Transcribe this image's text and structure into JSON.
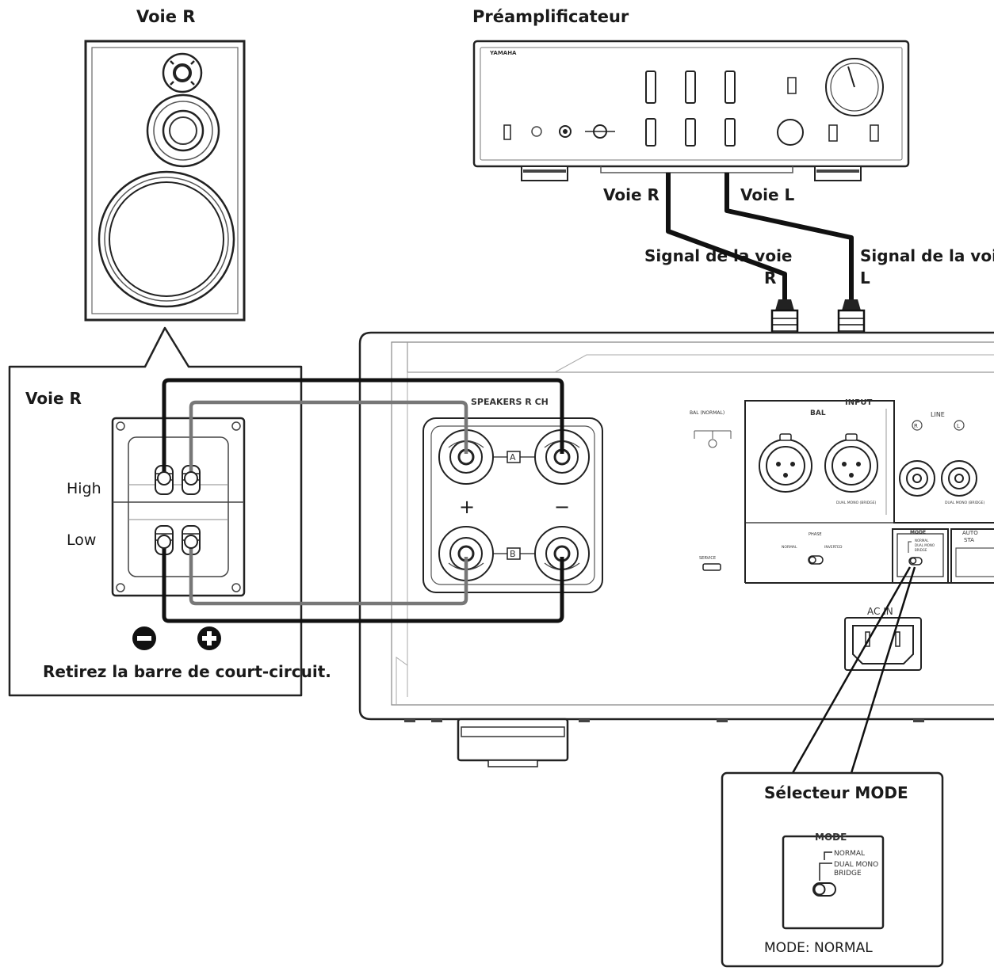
{
  "labels": {
    "speaker_title": "Voie R",
    "preamp_title": "Préamplificateur",
    "cable_r": "Voie R",
    "cable_l": "Voie L",
    "signal_r_1": "Signal de la voie",
    "signal_r_2": "R",
    "signal_l_1": "Signal de la voie",
    "signal_l_2": "L",
    "zoom_title": "Voie R",
    "high": "High",
    "low": "Low",
    "remove_bar": "Retirez la barre de court-circuit.",
    "mode_selector_title": "Sélecteur MODE",
    "mode_status": "MODE: NORMAL"
  },
  "amp": {
    "speakers": "SPEAKERS R CH",
    "a": "A",
    "b": "B",
    "plus": "+",
    "minus": "−",
    "input": "INPUT",
    "bal": "BAL",
    "line": "LINE",
    "r": "R",
    "l": "L",
    "bal_normal": "BAL (NORMAL)",
    "dual_mono_bal": "DUAL MONO (BRIDGE)",
    "dual_mono_line": "DUAL MONO (BRIDGE)",
    "phase": "PHASE",
    "normal": "NORMAL",
    "inverted": "INVERTED",
    "service": "SERVICE",
    "mode": "MODE",
    "mode_normal": "NORMAL",
    "mode_dual": "DUAL MONO",
    "mode_bridge": "BRIDGE",
    "auto": "AUTO",
    "standby": "STA",
    "ac_in": "AC IN"
  },
  "mode_box": {
    "mode": "MODE",
    "normal": "NORMAL",
    "dual": "DUAL MONO",
    "bridge": "BRIDGE"
  },
  "preamp": {
    "brand": "YAMAHA"
  }
}
